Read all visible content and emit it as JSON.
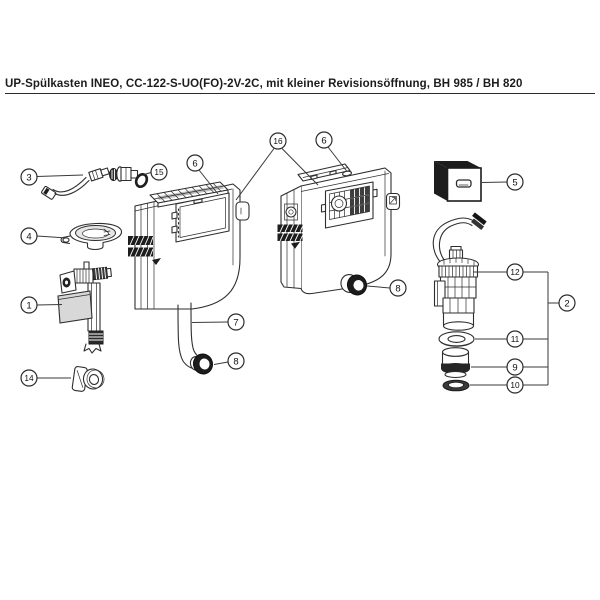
{
  "page": {
    "title": "UP-Spülkasten INEO, CC-122-S-UO(FO)-2V-2C, mit kleiner Revisionsöffnung, BH 985 / BH 820"
  },
  "callouts": {
    "c1": "1",
    "c2": "2",
    "c3": "3",
    "c4": "4",
    "c5": "5",
    "c6_left": "6",
    "c6_right": "6",
    "c7": "7",
    "c8_left": "8",
    "c8_right": "8",
    "c9": "9",
    "c10": "10",
    "c11": "11",
    "c12": "12",
    "c14": "14",
    "c15": "15",
    "c16": "16"
  }
}
